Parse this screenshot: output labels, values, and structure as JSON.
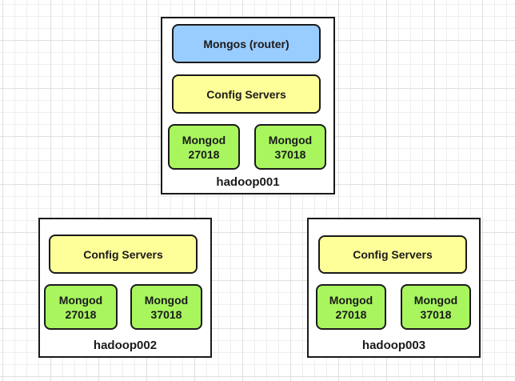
{
  "colors": {
    "mongos_fill": "#99ccff",
    "config_fill": "#ffff99",
    "mongod_fill": "#a8f55e",
    "shape_border": "#1a1a1a",
    "text": "#1a1a1a",
    "grid_minor": "#efefef",
    "grid_major": "#e0e0e0",
    "canvas_bg": "#ffffff"
  },
  "hosts": [
    {
      "name": "hadoop001",
      "mongos_label": "Mongos (router)",
      "config_label": "Config Servers",
      "mongod_a": {
        "line1": "Mongod",
        "line2": "27018"
      },
      "mongod_b": {
        "line1": "Mongod",
        "line2": "37018"
      }
    },
    {
      "name": "hadoop002",
      "config_label": "Config Servers",
      "mongod_a": {
        "line1": "Mongod",
        "line2": "27018"
      },
      "mongod_b": {
        "line1": "Mongod",
        "line2": "37018"
      }
    },
    {
      "name": "hadoop003",
      "config_label": "Config Servers",
      "mongod_a": {
        "line1": "Mongod",
        "line2": "27018"
      },
      "mongod_b": {
        "line1": "Mongod",
        "line2": "37018"
      }
    }
  ]
}
